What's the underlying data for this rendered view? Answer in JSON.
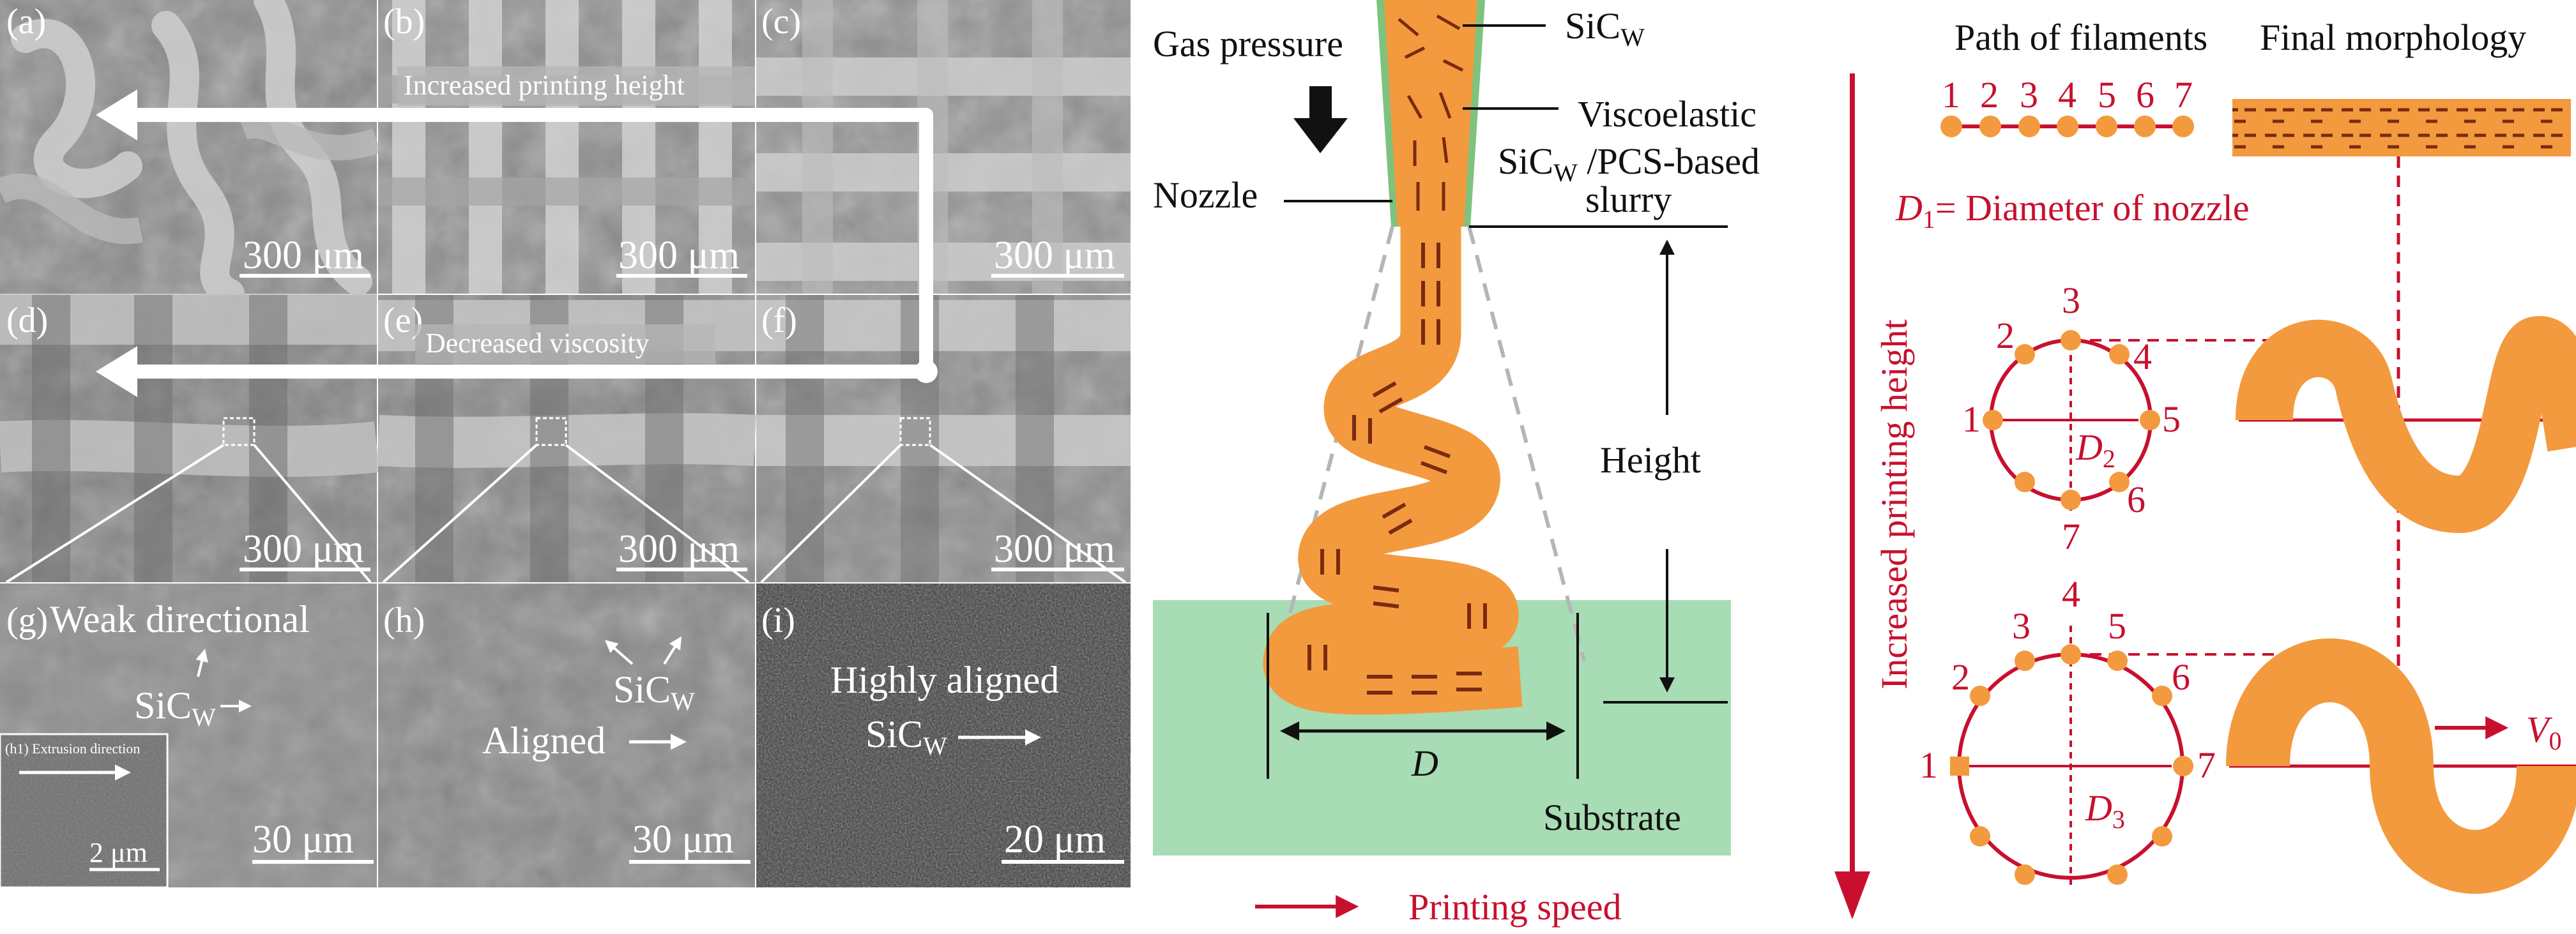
{
  "sem_panels": {
    "a": {
      "label": "(a)",
      "scale": "300 μm"
    },
    "b": {
      "label": "(b)",
      "scale": "300 μm"
    },
    "c": {
      "label": "(c)",
      "scale": "300 μm"
    },
    "d": {
      "label": "(d)",
      "scale": "300 μm"
    },
    "e": {
      "label": "(e)",
      "scale": "300 μm"
    },
    "f": {
      "label": "(f)",
      "scale": "300 μm"
    },
    "g": {
      "label": "(g)",
      "title": "Weak directional",
      "whisker_main": "SiC",
      "whisker_sub": "W",
      "scale": "30 μm"
    },
    "h": {
      "label": "(h)",
      "whisker_main": "SiC",
      "whisker_sub": "W",
      "aligned": "Aligned",
      "scale": "30 μm"
    },
    "i": {
      "label": "(i)",
      "title": "Highly aligned",
      "whisker_main": "SiC",
      "whisker_sub": "W",
      "scale": "20 μm"
    },
    "h1": {
      "label": "(h1) Extrusion direction",
      "scale": "2 μm"
    }
  },
  "sem_arrows": {
    "top": "Increased printing height",
    "middle": "Decreased viscosity"
  },
  "nozzle_diagram": {
    "gas_pressure": "Gas pressure",
    "whisker_main": "SiC",
    "whisker_sub": "W",
    "viscoelastic": "Viscoelastic",
    "slurry_line1_main": "SiC",
    "slurry_line1_sub": "W",
    "slurry_line1_rest": " /PCS-based",
    "slurry_line2": "slurry",
    "nozzle": "Nozzle",
    "height": "Height",
    "substrate": "Substrate",
    "diameter": "D",
    "printing_speed": "Printing speed"
  },
  "filament_diagram": {
    "path_title": "Path of filaments",
    "final_title": "Final morphology",
    "path_numbers": [
      "1",
      "2",
      "3",
      "4",
      "5",
      "6",
      "7"
    ],
    "d1_main": "D",
    "d1_sub": "1",
    "d1_rest": "= Diameter of nozzle",
    "vertical_label": "Increased printing height",
    "d2_main": "D",
    "d2_sub": "2",
    "d3_main": "D",
    "d3_sub": "3",
    "v0_main": "V",
    "v0_sub": "0"
  },
  "colors": {
    "filament_orange": "#f39a3e",
    "whisker_dark": "#7a2a10",
    "accent_red": "#c8102e",
    "substrate_green": "#a8dcb4",
    "nozzle_green": "#7ec27e",
    "sem_gray": "#8a8a8a"
  }
}
